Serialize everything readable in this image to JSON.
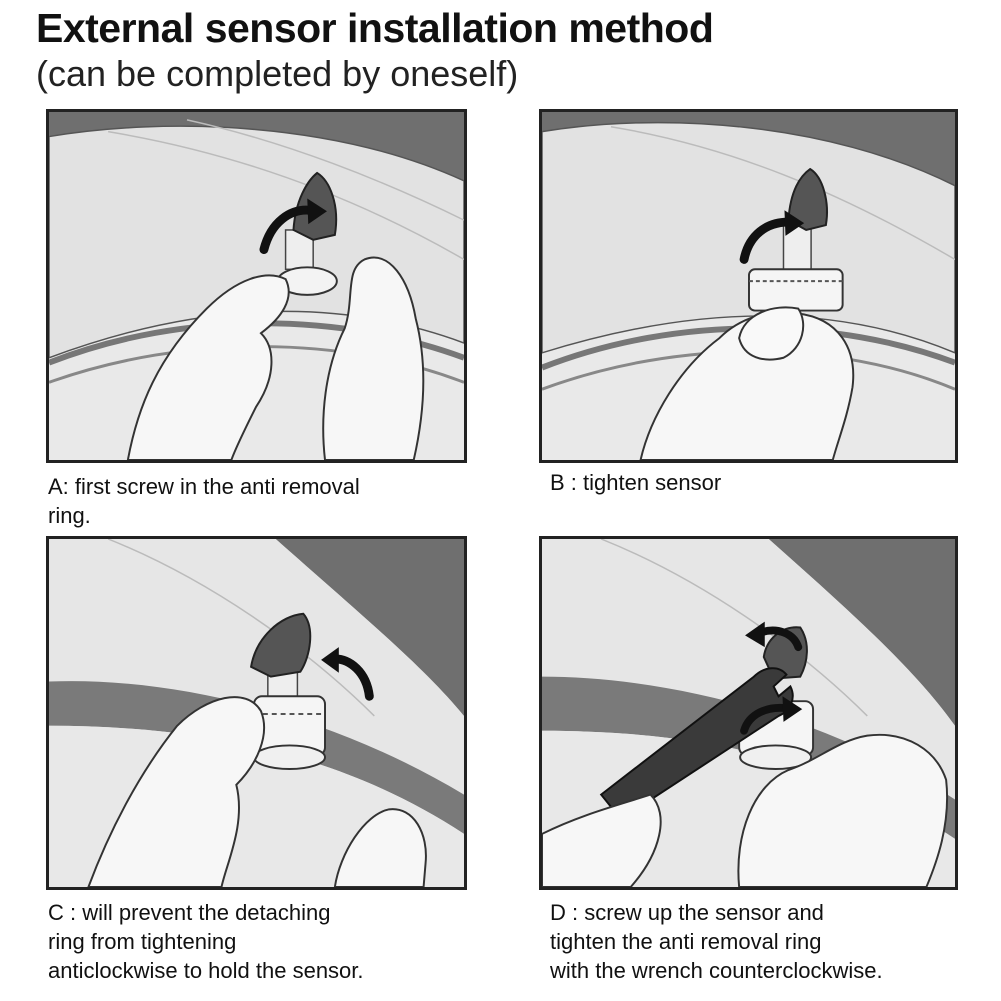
{
  "title": "External sensor installation method",
  "subtitle": "(can be completed by oneself)",
  "steps": [
    {
      "id": "A",
      "caption_lines": [
        "A: first screw in the anti removal",
        "ring."
      ]
    },
    {
      "id": "B",
      "caption_lines": [
        "B : tighten sensor"
      ]
    },
    {
      "id": "C",
      "caption_lines": [
        "C : will prevent the detaching",
        "ring from tightening",
        "anticlockwise to hold the sensor."
      ]
    },
    {
      "id": "D",
      "caption_lines": [
        "D : screw up the sensor and",
        "tighten the anti removal ring",
        "with the wrench counterclockwise."
      ]
    }
  ],
  "colors": {
    "tire": "#6f6f6f",
    "rim": "#e4e4e4",
    "hand": "#f7f7f7",
    "outline": "#333333",
    "sensor_cap": "#555555",
    "arrow": "#111111"
  }
}
